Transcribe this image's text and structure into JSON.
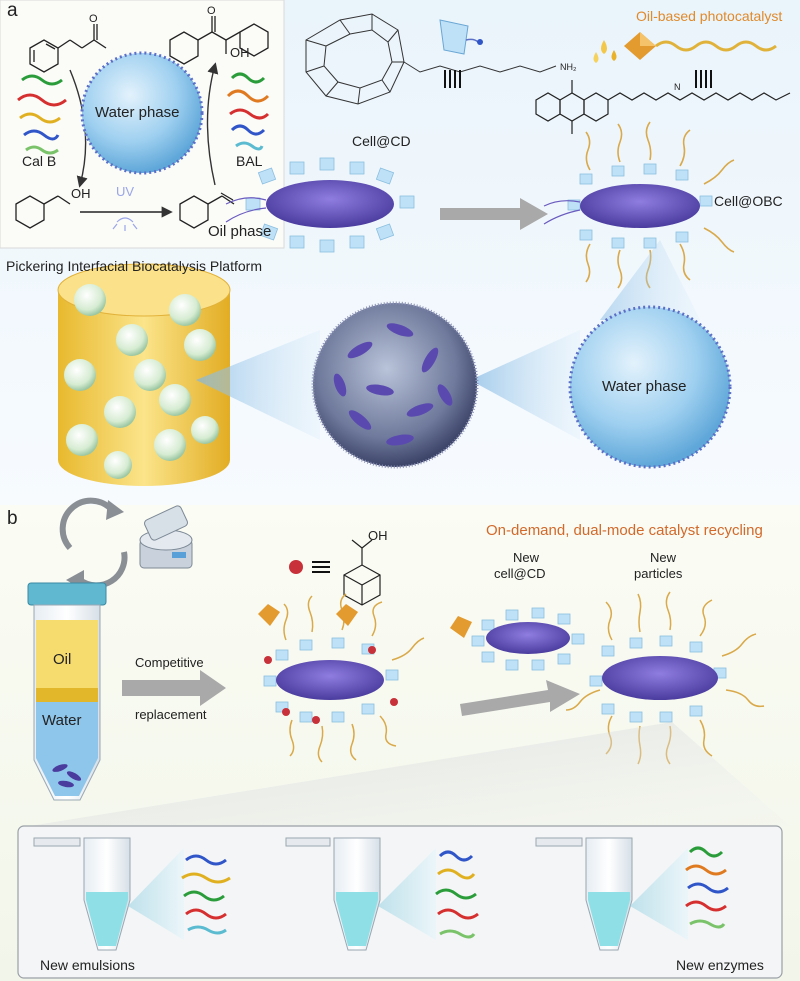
{
  "panel_a": {
    "letter": "a",
    "water_phase_small": "Water phase",
    "enzyme_left": "Cal B",
    "enzyme_right": "BAL",
    "uv": "UV",
    "oil_phase": "Oil phase",
    "oh_left": "OH",
    "oh_right": "OH",
    "platform_title": "Pickering Interfacial Biocatalysis Platform",
    "photocatalyst_title": "Oil-based photocatalyst",
    "cell_cd": "Cell@CD",
    "cell_obc": "Cell@OBC",
    "water_phase_large": "Water phase",
    "nh2": "NH₂",
    "n_label": "N"
  },
  "panel_b": {
    "letter": "b",
    "recycling_title": "On-demand, dual-mode catalyst recycling",
    "oh": "OH",
    "oil": "Oil",
    "water": "Water",
    "competitive_line1": "Competitive",
    "competitive_line2": "replacement",
    "new_cell_cd_line1": "New",
    "new_cell_cd_line2": "cell@CD",
    "new_particles_line1": "New",
    "new_particles_line2": "particles",
    "new_emulsions": "New emulsions",
    "new_enzymes": "New enzymes"
  },
  "colors": {
    "bg_blue": "#dcecf7",
    "water_blue": "#8ec5ea",
    "cell_purple": "#6a5bbf",
    "cd_blue": "#bfe1f7",
    "oil_yellow": "#f2c74a",
    "accent_orange": "#e08a2a",
    "arrow_gray": "#a9a9a9"
  }
}
